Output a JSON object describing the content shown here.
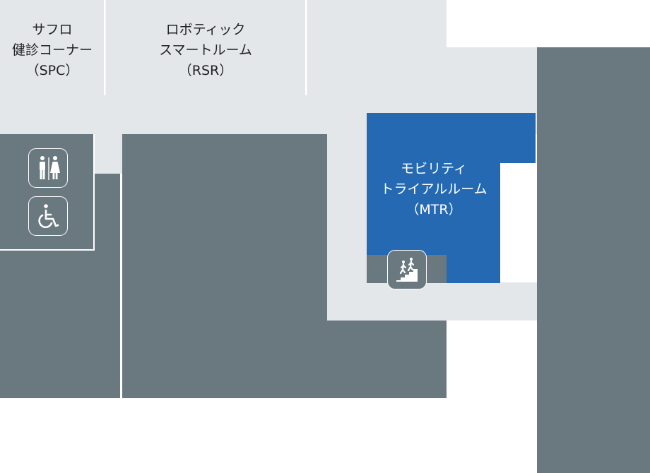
{
  "map": {
    "colors": {
      "corridor": "#e4e7ea",
      "block": "#6a7880",
      "highlight": "#2569b3",
      "background": "#ffffff",
      "wall": "#ffffff"
    },
    "rooms": {
      "spc": {
        "line1": "サフロ",
        "line2": "健診コーナー",
        "line3": "（SPC）"
      },
      "rsr": {
        "line1": "ロボティック",
        "line2": "スマートルーム",
        "line3": "（RSR）"
      },
      "mtr": {
        "line1": "モビリティ",
        "line2": "トライアルルーム",
        "line3": "（MTR）",
        "highlighted": true
      }
    },
    "icons": [
      "restroom-icon",
      "accessible-toilet-icon",
      "stairs-icon"
    ]
  }
}
